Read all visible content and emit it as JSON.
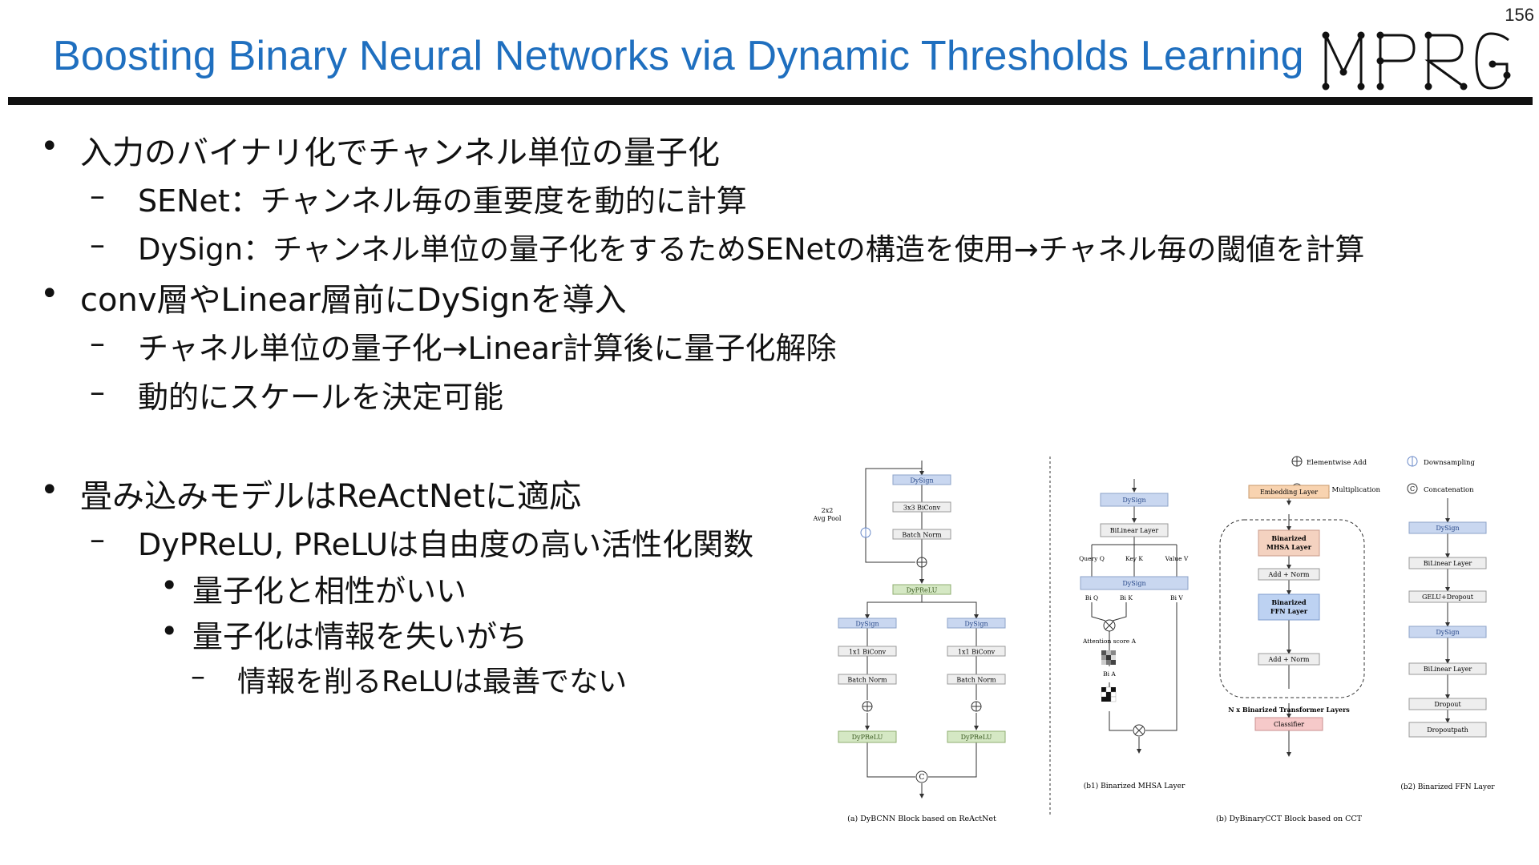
{
  "page_number": "156",
  "title": "Boosting Binary Neural Networks via Dynamic Thresholds Learning",
  "logo": "MPRG",
  "bullets": [
    {
      "level": 1,
      "marker": "•",
      "text": "入力のバイナリ化でチャンネル単位の量子化"
    },
    {
      "level": 2,
      "marker": "–",
      "text": "SENet：チャンネル毎の重要度を動的に計算"
    },
    {
      "level": 2,
      "marker": "–",
      "text": "DySign：チャンネル単位の量子化をするためSENetの構造を使用→チャネル毎の閾値を計算"
    },
    {
      "level": 1,
      "marker": "•",
      "text": "conv層やLinear層前にDySignを導入"
    },
    {
      "level": 2,
      "marker": "–",
      "text": "チャネル単位の量子化→Linear計算後に量子化解除"
    },
    {
      "level": 2,
      "marker": "–",
      "text": "動的にスケールを決定可能"
    },
    {
      "level": 1,
      "marker": "•",
      "text": "畳み込みモデルはReActNetに適応"
    },
    {
      "level": 2,
      "marker": "–",
      "text": "DyPReLU, PReLUは自由度の高い活性化関数"
    },
    {
      "level": 3,
      "marker": "•",
      "text": "量子化と相性がいい"
    },
    {
      "level": 3,
      "marker": "•",
      "text": "量子化は情報を失いがち"
    },
    {
      "level": 4,
      "marker": "–",
      "text": "情報を削るReLUは最善でない"
    }
  ],
  "figure": {
    "legend": {
      "add": "Elementwise Add",
      "down": "Downsampling",
      "mul": "Matrix Multiplication",
      "concat": "Concatenation"
    },
    "a": {
      "dysign": "DySign",
      "conv3": "3x3 BiConv",
      "bn": "Batch Norm",
      "pool": "2x2\nAvg Pool",
      "dyprelu": "DyPReLU",
      "conv1": "1x1 BiConv",
      "caption": "(a) DyBCNN Block based on ReActNet"
    },
    "b1": {
      "dysign": "DySign",
      "bilinear": "BiLinear Layer",
      "q": "Query Q",
      "k": "Key K",
      "v": "Value V",
      "biq": "Bi Q",
      "bik": "Bi K",
      "biv": "Bi V",
      "attn": "Attention score A",
      "bia": "Bi A",
      "caption": "(b1) Binarized MHSA Layer"
    },
    "b": {
      "embed": "Embedding Layer",
      "mhsa": "Binarized\nMHSA Layer",
      "addnorm": "Add + Norm",
      "ffn": "Binarized\nFFN Layer",
      "nx": "N x Binarized Transformer Layers",
      "classifier": "Classifier",
      "caption": "(b) DyBinaryCCT Block based on CCT"
    },
    "b2": {
      "dysign": "DySign",
      "bilinear": "BiLinear Layer",
      "gelu": "GELU+Dropout",
      "dropout": "Dropout",
      "droppath": "Dropoutpath",
      "caption": "(b2) Binarized FFN Layer"
    }
  },
  "colors": {
    "title": "#1f6fbf",
    "dysign_fill": "#c9d7f0",
    "dyprelu_fill": "#d5e8c4",
    "embed_fill": "#f8d3b0",
    "mhsa_fill": "#f4d2c0",
    "ffn_fill": "#bdd2f2",
    "classifier_fill": "#f6c9c9",
    "gray_fill": "#eeeeee"
  }
}
